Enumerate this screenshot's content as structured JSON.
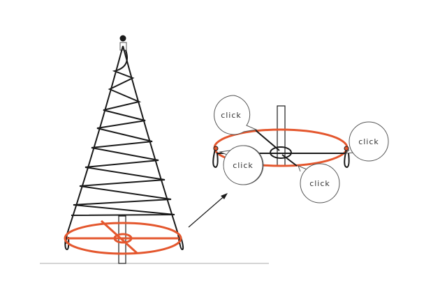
{
  "colors": {
    "accent": "#e4572e",
    "line": "#1a1a1a"
  },
  "bubbles": [
    {
      "label": "click"
    },
    {
      "label": "click"
    },
    {
      "label": "click"
    },
    {
      "label": "click"
    }
  ]
}
